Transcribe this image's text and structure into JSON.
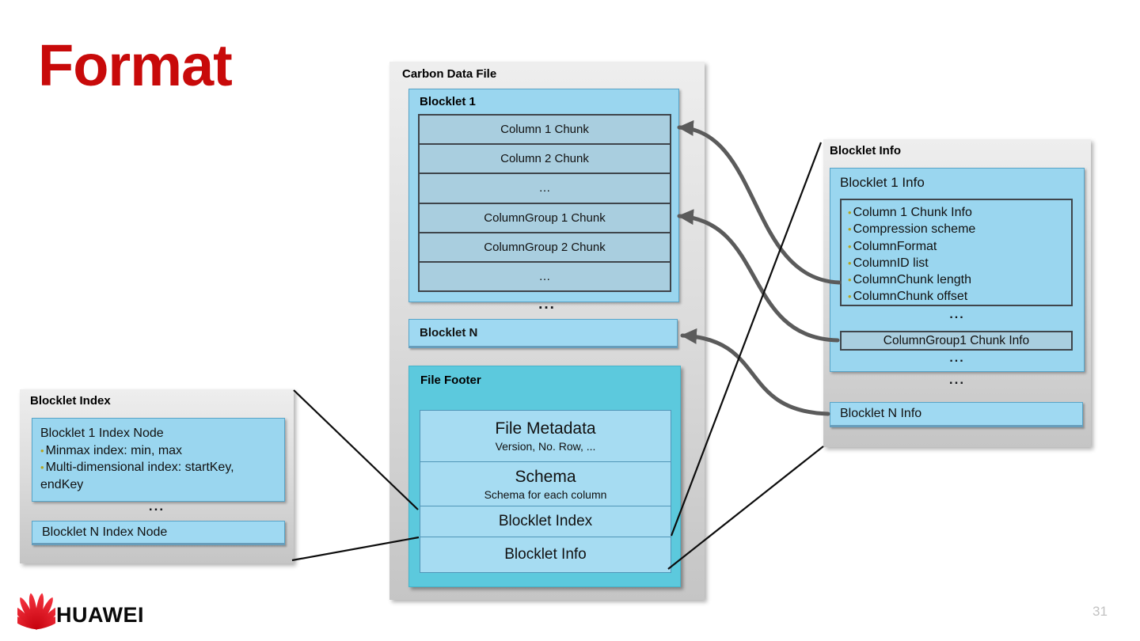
{
  "slide": {
    "title": "Format",
    "page_number": "31",
    "logo_text": "HUAWEI"
  },
  "colors": {
    "accent_red": "#C80A0A",
    "panel_blue": "#9AD6EF",
    "row_blue": "#A9CEDF",
    "footer_teal": "#5CC9DD",
    "bar_blue": "#9FD9F2",
    "arrow_gray": "#5B5B5B",
    "bullet_olive": "#B5A41E"
  },
  "icons": {
    "bullet": "•"
  },
  "carbon": {
    "title": "Carbon Data File",
    "blocklet1": {
      "label": "Blocklet 1",
      "rows": [
        "Column 1 Chunk",
        "Column 2 Chunk",
        "…",
        "ColumnGroup 1 Chunk",
        "ColumnGroup 2 Chunk",
        "…"
      ]
    },
    "ellipsis": "...",
    "blocklet_n_label": "Blocklet N",
    "file_footer": {
      "title": "File Footer",
      "rows": [
        {
          "title": "File Metadata",
          "subtitle": "Version, No. Row, ..."
        },
        {
          "title": "Schema",
          "subtitle": "Schema for each column"
        },
        {
          "title": "Blocklet Index"
        },
        {
          "title": "Blocklet Info"
        }
      ]
    }
  },
  "blocklet_info_panel": {
    "title": "Blocklet Info",
    "blocklet1_info": {
      "label": "Blocklet 1 Info",
      "bullets": [
        "Column 1 Chunk Info",
        "Compression scheme",
        "ColumnFormat",
        "ColumnID list",
        "ColumnChunk length",
        "ColumnChunk offset"
      ],
      "ellipsis1": "...",
      "columngroup_label": "ColumnGroup1 Chunk Info",
      "ellipsis2": "..."
    },
    "ellipsis": "...",
    "blocklet_n_label": "Blocklet N Info"
  },
  "blocklet_index_panel": {
    "title": "Blocklet Index",
    "node1": {
      "label": "Blocklet 1 Index Node",
      "bullets": [
        "Minmax index: min, max",
        "Multi-dimensional index: startKey, endKey"
      ]
    },
    "ellipsis": "...",
    "node_n_label": "Blocklet N Index Node"
  }
}
